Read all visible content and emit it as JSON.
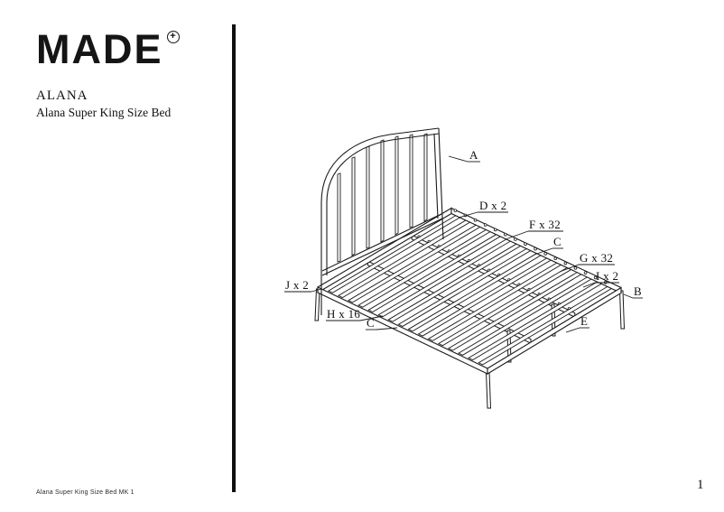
{
  "header": {
    "brand": "MADE",
    "brand_mark": "+",
    "product_code": "ALANA",
    "product_name": "Alana Super King Size Bed"
  },
  "footer": {
    "doc_ref": "Alana Super King Size Bed MK 1",
    "page_number": "1"
  },
  "diagram": {
    "colors": {
      "line": "#1a1a1a",
      "background": "#ffffff"
    },
    "part_labels": [
      {
        "text": "A"
      },
      {
        "text": "D x 2"
      },
      {
        "text": "F x 32"
      },
      {
        "text": "C"
      },
      {
        "text": "G x 32"
      },
      {
        "text": "I x 2"
      },
      {
        "text": "B"
      },
      {
        "text": "J x 2"
      },
      {
        "text": "H x 16"
      },
      {
        "text": "C"
      },
      {
        "text": "E"
      }
    ]
  }
}
